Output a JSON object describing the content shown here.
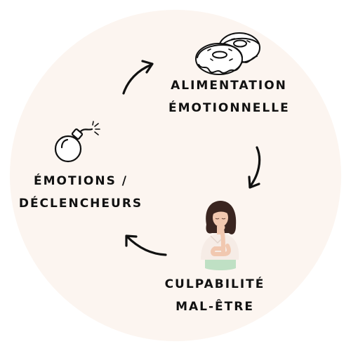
{
  "cycle": {
    "step1": {
      "line1": "ALIMENTATION",
      "line2": "ÉMOTIONNELLE",
      "icon": "donut-icon"
    },
    "step2": {
      "line1": "CULPABILITÉ",
      "line2": "MAL-ÊTRE",
      "icon": "worried-woman-icon"
    },
    "step3": {
      "line1": "ÉMOTIONS /",
      "line2": "DÉCLENCHEURS",
      "icon": "bomb-icon"
    }
  },
  "colors": {
    "background_circle": "#fcf5f0",
    "ink": "#111111",
    "skin": "#f1c8b0",
    "hair": "#3a2520",
    "top": "#f6ece6",
    "pants": "#bfe0c4"
  }
}
